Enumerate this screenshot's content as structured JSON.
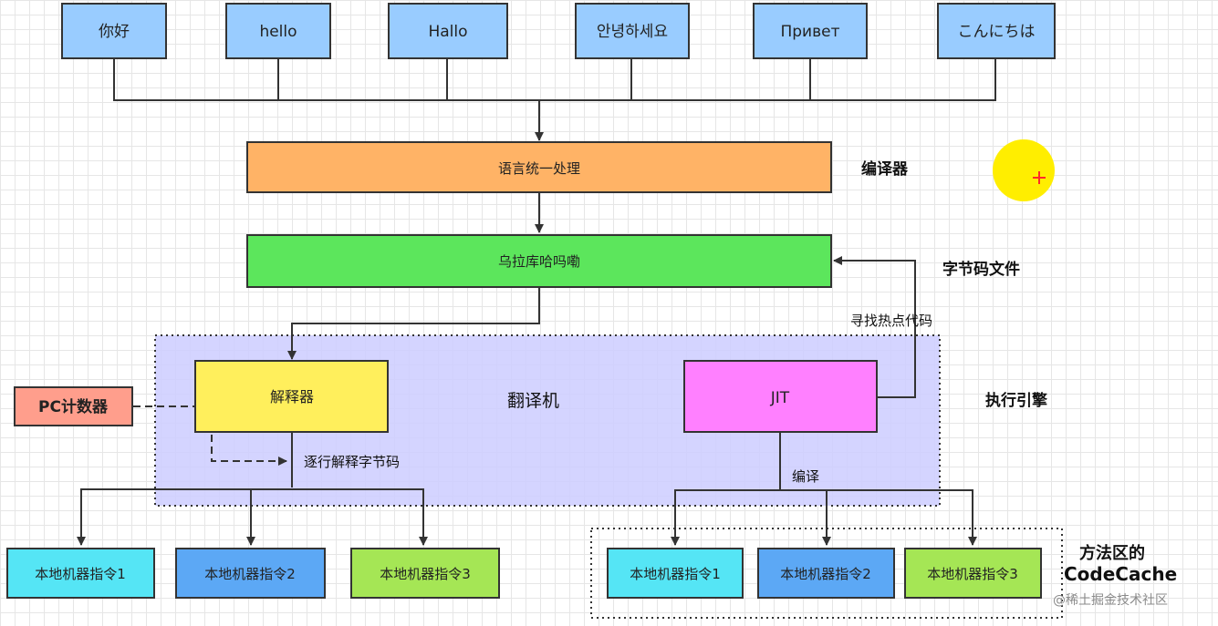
{
  "greetings": [
    "你好",
    "hello",
    "Hallo",
    "안녕하세요",
    "Привет",
    "こんにちは"
  ],
  "boxes": {
    "language_unify": "语言统一处理",
    "bytecode": "乌拉库哈吗嘞",
    "interpreter": "解释器",
    "jit": "JIT",
    "pc_counter": "PC计数器"
  },
  "labels": {
    "compiler": "编译器",
    "bytecode_file": "字节码文件",
    "execution_engine": "执行引擎",
    "translator": "翻译机",
    "find_hot_code": "寻找热点代码",
    "line_by_line": "逐行解释字节码",
    "compile": "编译",
    "method_area_line1": "方法区的",
    "method_area_line2": "CodeCache",
    "watermark": "@稀土掘金技术社区"
  },
  "machine_instructions": {
    "interpreter_side": [
      "本地机器指令1",
      "本地机器指令2",
      "本地机器指令3"
    ],
    "jit_side": [
      "本地机器指令1",
      "本地机器指令2",
      "本地机器指令3"
    ]
  },
  "colors": {
    "greeting_box": "#99ccff",
    "language_unify": "#ffb366",
    "bytecode": "#5ce65c",
    "execution_engine": "#ccccff",
    "interpreter": "#ffef5c",
    "jit": "#ff80ff",
    "pc_counter": "#ff9e8c",
    "instr_cyan": "#55e5f5",
    "instr_blue": "#5ca8f5",
    "instr_green": "#a5e655",
    "cursor": "#ffee00"
  }
}
